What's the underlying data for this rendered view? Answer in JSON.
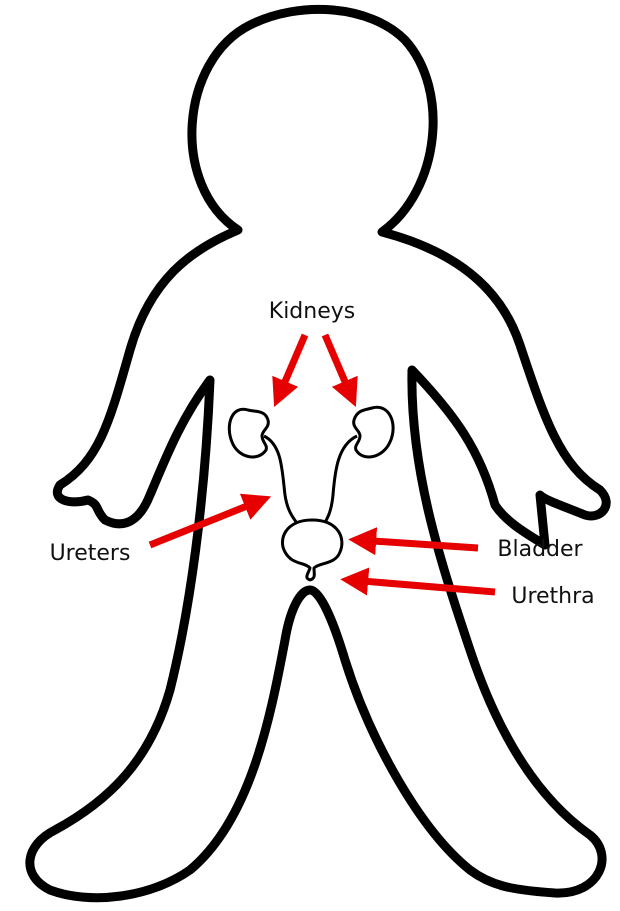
{
  "labels": {
    "kidneys": "Kidneys",
    "ureters": "Ureters",
    "bladder": "Bladder",
    "urethra": "Urethra"
  },
  "colors": {
    "outline": "#000000",
    "arrow": "#e60000",
    "background": "#ffffff"
  }
}
